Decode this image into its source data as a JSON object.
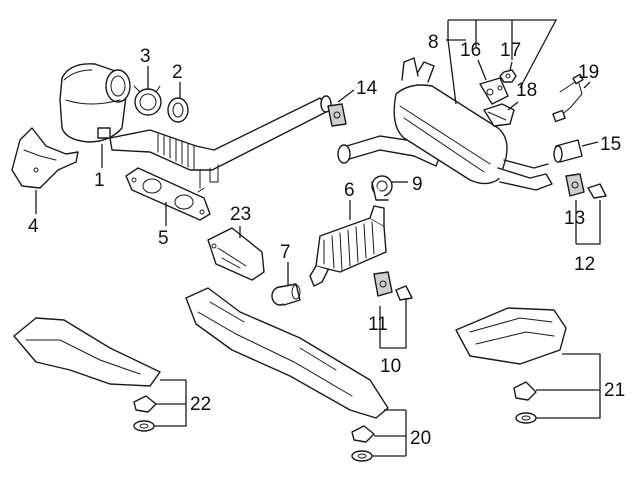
{
  "callouts": {
    "c1": "1",
    "c2": "2",
    "c3": "3",
    "c4": "4",
    "c5": "5",
    "c6": "6",
    "c7": "7",
    "c8": "8",
    "c9": "9",
    "c10": "10",
    "c11": "11",
    "c12": "12",
    "c13": "13",
    "c14": "14",
    "c15": "15",
    "c16": "16",
    "c17": "17",
    "c18": "18",
    "c19": "19",
    "c20": "20",
    "c21": "21",
    "c22": "22",
    "c23": "23"
  },
  "colors": {
    "line": "#1a1a1a",
    "shade": "#cfcfcf",
    "background": "#ffffff"
  }
}
